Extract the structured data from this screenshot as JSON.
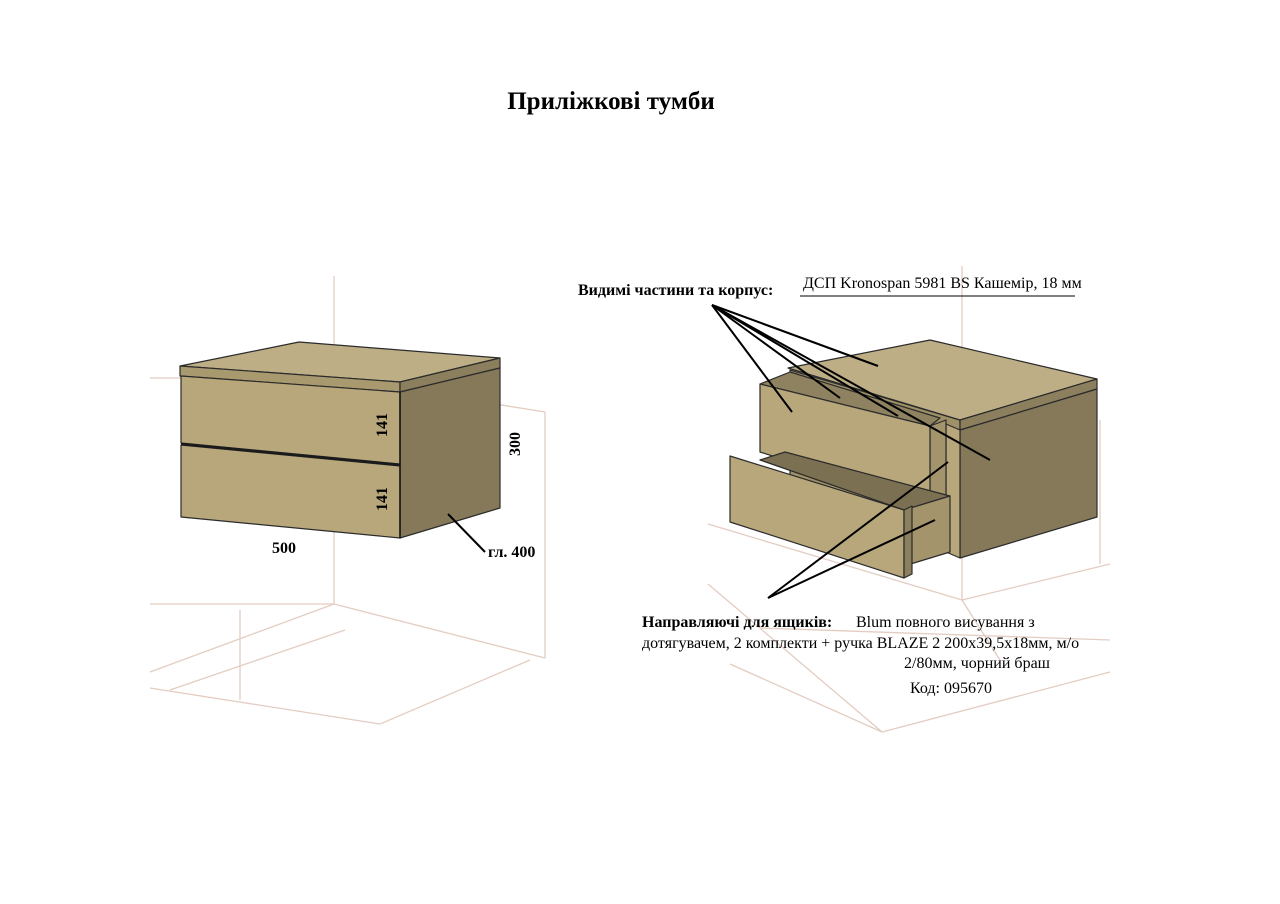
{
  "title": "Приліжкові тумби",
  "left_view": {
    "dimensions": {
      "drawer_top_height": "141",
      "drawer_bottom_height": "141",
      "height": "300",
      "width": "500",
      "depth": "гл. 400"
    }
  },
  "right_view": {
    "body_label": "Видимі частини та корпус:",
    "body_value": "ДСП Kronospan 5981 BS Кашемір, 18 мм",
    "slides_label": "Направляючі для ящиків:",
    "slides_value_line1": "Blum повного висування з",
    "slides_value_line2": "дотягувачем, 2 комплекти + ручка BLAZE 2 200х39,5х18мм, м/о",
    "slides_value_line3": "2/80мм, чорний браш",
    "code": "Код: 095670"
  },
  "colors": {
    "front": "#b8a77b",
    "side": "#857959",
    "top": "#bdae86",
    "inner": "#9f9068",
    "guide": "#e3cdc2",
    "outline": "#2b2b2b"
  }
}
